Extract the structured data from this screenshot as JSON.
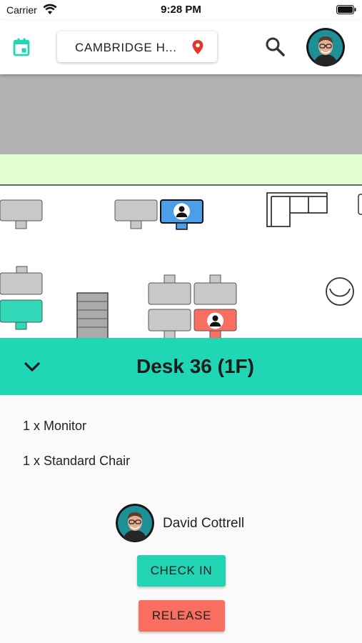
{
  "status_bar": {
    "carrier": "Carrier",
    "time": "9:28 PM"
  },
  "app_bar": {
    "location": "CAMBRIDGE H...",
    "calendar_icon": "calendar-icon",
    "search_icon": "search-icon",
    "pin_icon": "location-pin-icon"
  },
  "floor_map": {
    "desks": {
      "selected": "Desk 36 (1F)"
    }
  },
  "sheet": {
    "title": "Desk 36 (1F)",
    "amenities": [
      "1 x Monitor",
      "1 x Standard Chair"
    ],
    "user_name": "David Cottrell",
    "check_in_label": "CHECK IN",
    "release_label": "RELEASE"
  },
  "colors": {
    "accent": "#1fd6b5",
    "release": "#f86f62",
    "desk_booked_blue": "#4a9fe8",
    "desk_free": "#c8c8c8",
    "corridor_green": "#e2fdd0",
    "wall_gray": "#b3b3b3",
    "pin_red": "#e0392b"
  }
}
